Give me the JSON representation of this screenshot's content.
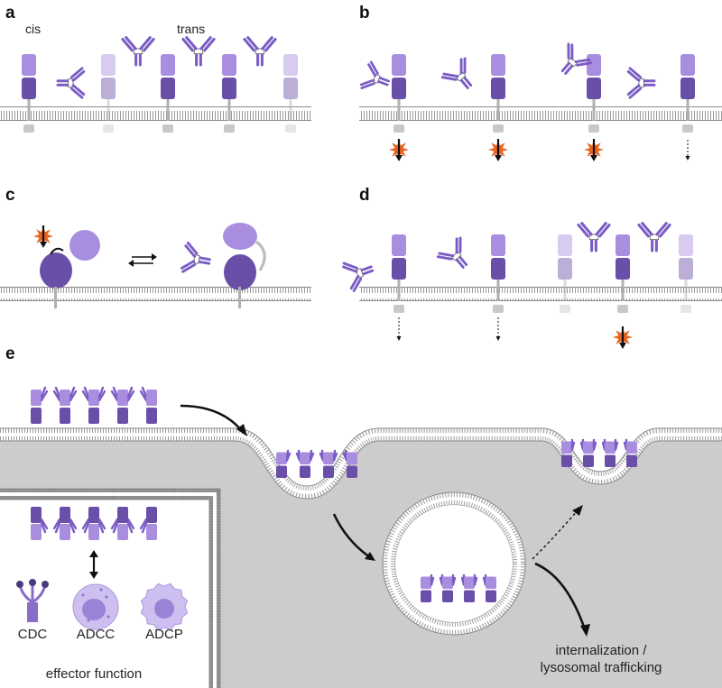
{
  "panels": {
    "a": {
      "letter": "a",
      "label_cis": "cis",
      "label_trans": "trans"
    },
    "b": {
      "letter": "b"
    },
    "c": {
      "letter": "c"
    },
    "d": {
      "letter": "d"
    },
    "e": {
      "letter": "e",
      "effector_labels": [
        "CDC",
        "ADCC",
        "ADCP"
      ],
      "effector_caption": "effector function",
      "internalization_line1": "internalization /",
      "internalization_line2": "lysosomal trafficking"
    }
  },
  "colors": {
    "receptor_light": "#a98ee0",
    "receptor_dark": "#6a4fa8",
    "antibody": "#7b5cc4",
    "membrane": "#bdbdbd",
    "cytoplasm": "#cccccc",
    "signal_star": "#e8621f",
    "arrow": "#111111"
  },
  "icons": {
    "signal": "starburst-arrow-icon",
    "weak_signal": "dotted-arrow-icon",
    "equilibrium": "equilibrium-arrows-icon",
    "bidirectional": "double-headed-arrow-icon"
  }
}
